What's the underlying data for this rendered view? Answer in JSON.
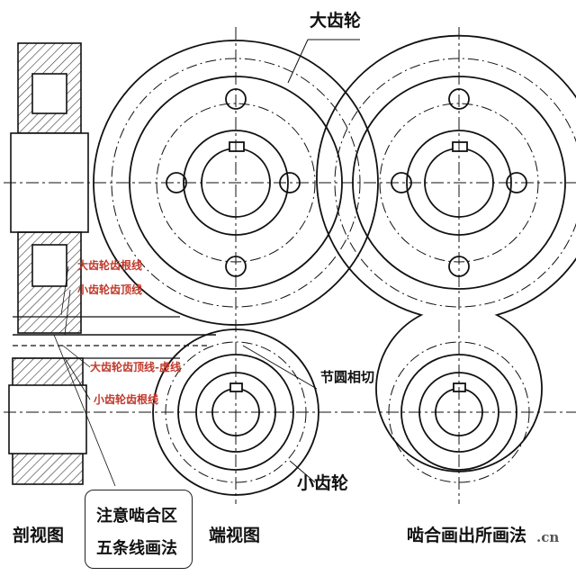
{
  "labels": {
    "big_gear": "大齿轮",
    "small_gear": "小齿轮",
    "pitch_tangent": "节圆相切",
    "section_view": "剖视图",
    "end_view": "端视图",
    "meshing_view": "啮合画出所画法",
    "watermark": ".cn"
  },
  "annotations": [
    "大齿轮齿根线",
    "小齿轮齿顶线",
    "大齿轮齿顶线-虚线",
    "小齿轮齿根线"
  ],
  "note": {
    "line1": "注意啮合区",
    "line2": "五条线画法"
  },
  "colors": {
    "line": "#111111",
    "annotation": "#c0392b",
    "hatch": "#333333"
  }
}
